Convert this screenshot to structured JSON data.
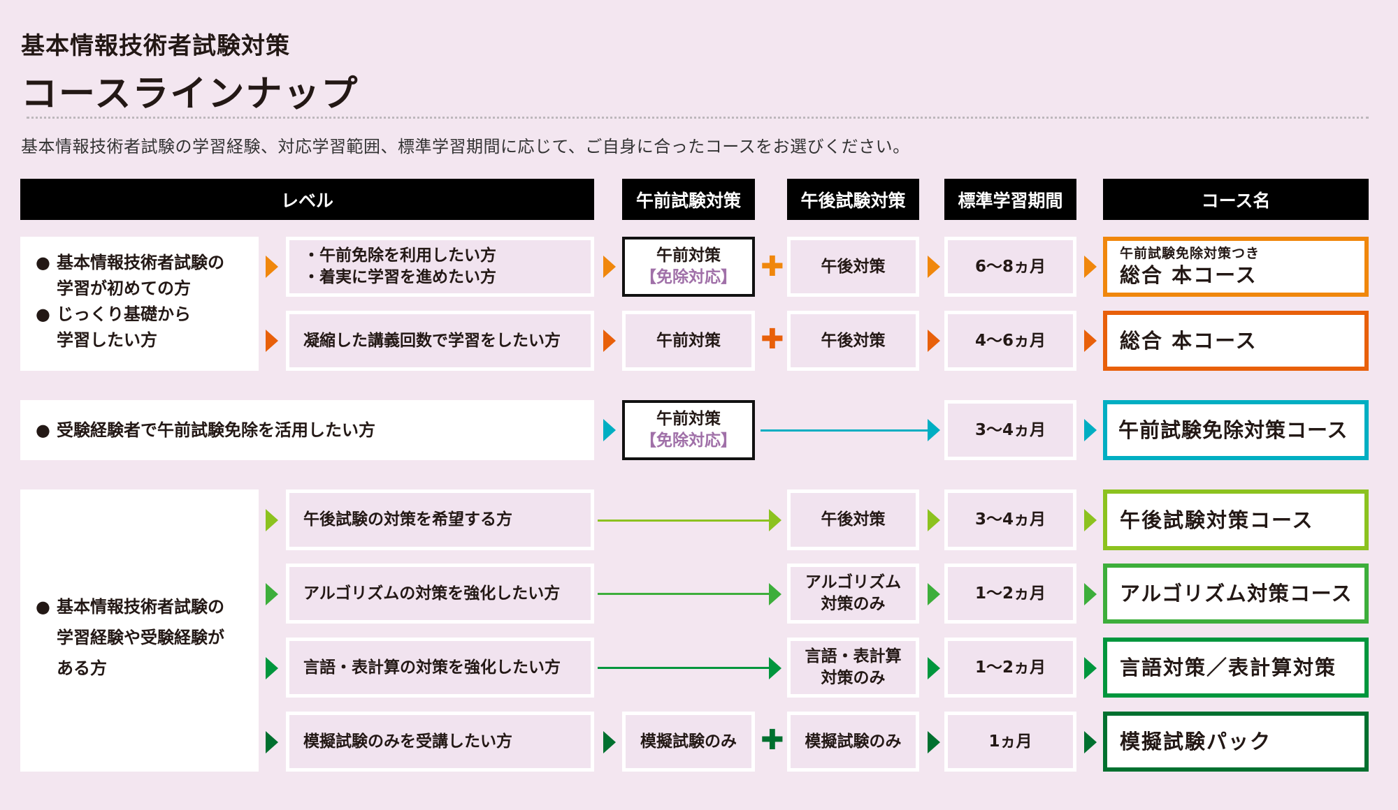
{
  "header": {
    "title_line1": "基本情報技術者試験対策",
    "title_line2": "コースラインナップ",
    "subtitle": "基本情報技術者試験の学習経験、対応学習範囲、標準学習期間に応じて、ご自身に合ったコースをお選びください。"
  },
  "columns": {
    "level": "レベル",
    "gozen": "午前試験対策",
    "gogo": "午後試験対策",
    "period": "標準学習期間",
    "course": "コース名"
  },
  "colors": {
    "background": "#F3E6F0",
    "orange": "#F0870C",
    "orange_dark": "#E8600A",
    "cyan": "#00AEC2",
    "green_light": "#8CC21F",
    "green": "#3DAE3B",
    "green_mid": "#00963D",
    "green_dark": "#00702F",
    "exempt_purple": "#A070A8"
  },
  "groups": {
    "beginner": {
      "bullet1_line1": "基本情報技術者試験の",
      "bullet1_line2": "学習が初めての方",
      "bullet2_line1": "じっくり基礎から",
      "bullet2_line2": "学習したい方",
      "rows": [
        {
          "desc_line1": "・午前免除を利用したい方",
          "desc_line2": "・着実に学習を進めたい方",
          "gozen": "午前対策",
          "gozen_exempt": "【免除対応】",
          "gogo": "午後対策",
          "period": "6〜8ヵ月",
          "course_sub": "午前試験免除対策つき",
          "course": "総合 本コース"
        },
        {
          "desc": "凝縮した講義回数で学習をしたい方",
          "gozen": "午前対策",
          "gogo": "午後対策",
          "period": "4〜6ヵ月",
          "course": "総合 本コース"
        }
      ]
    },
    "exempt": {
      "bullet": "受験経験者で午前試験免除を活用したい方",
      "gozen": "午前対策",
      "gozen_exempt": "【免除対応】",
      "period": "3〜4ヵ月",
      "course": "午前試験免除対策コース"
    },
    "experienced": {
      "bullet_line1": "基本情報技術者試験の",
      "bullet_line2": "学習経験や受験経験が",
      "bullet_line3": "ある方",
      "rows": [
        {
          "desc": "午後試験の対策を希望する方",
          "gogo": "午後対策",
          "period": "3〜4ヵ月",
          "course": "午後試験対策コース"
        },
        {
          "desc": "アルゴリズムの対策を強化したい方",
          "gogo_line1": "アルゴリズム",
          "gogo_line2": "対策のみ",
          "period": "1〜2ヵ月",
          "course": "アルゴリズム対策コース"
        },
        {
          "desc": "言語・表計算の対策を強化したい方",
          "gogo_line1": "言語・表計算",
          "gogo_line2": "対策のみ",
          "period": "1〜2ヵ月",
          "course": "言語対策／表計算対策"
        },
        {
          "desc": "模擬試験のみを受講したい方",
          "gozen": "模擬試験のみ",
          "gogo": "模擬試験のみ",
          "period": "1ヵ月",
          "course": "模擬試験パック"
        }
      ]
    }
  },
  "icons": {
    "bullet": "●",
    "plus": "✚"
  }
}
